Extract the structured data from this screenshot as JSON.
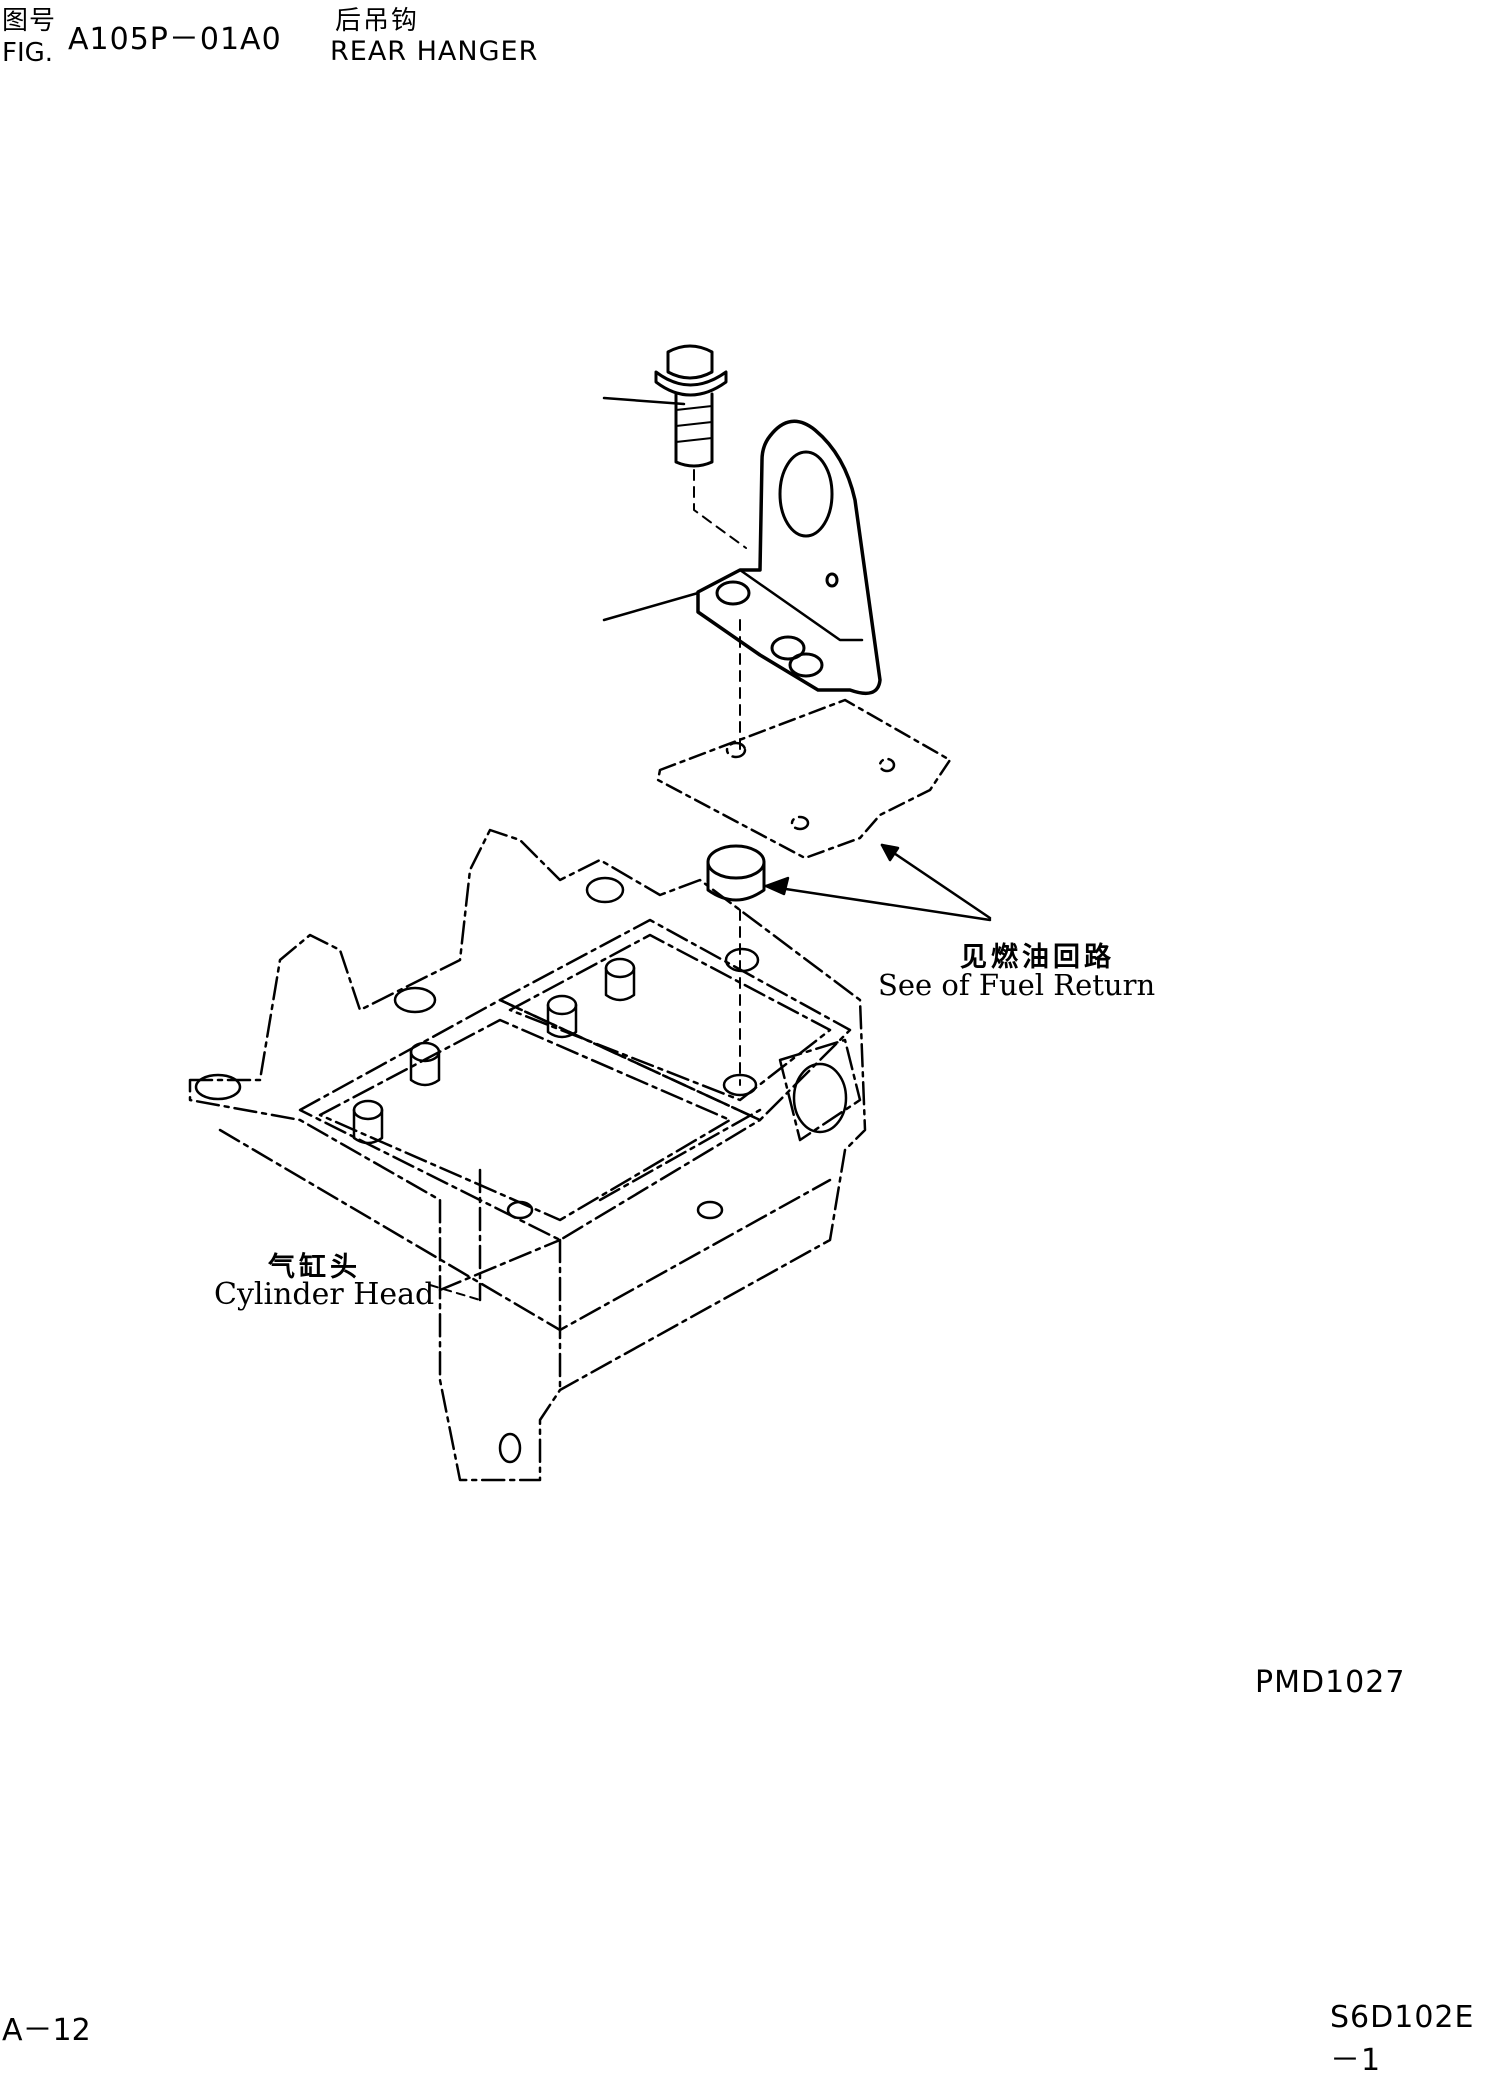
{
  "header": {
    "fig_cn": "图号",
    "fig_en": "FIG.",
    "fig_number": "A105P－01A0",
    "title_cn": "后吊钩",
    "title_en": "REAR HANGER"
  },
  "labels": {
    "fuel_return_cn": "见燃油回路",
    "fuel_return_en": "See of Fuel Return",
    "cylinder_head_cn": "气缸头",
    "cylinder_head_en": "Cylinder Head"
  },
  "footer": {
    "drawing_code": "PMD1027",
    "page": "A－12",
    "model": "S6D102E－1"
  }
}
